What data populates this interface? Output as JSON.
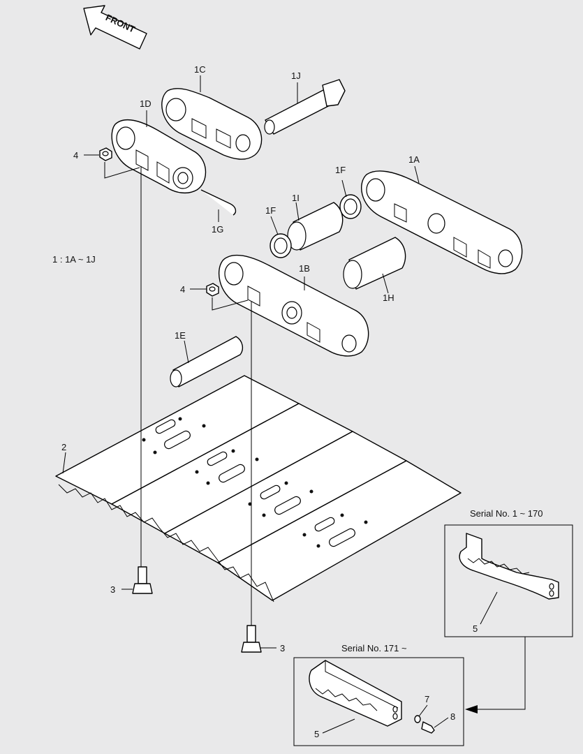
{
  "direction_label": "FRONT",
  "callouts": {
    "link_1c": "1C",
    "pin_1j": "1J",
    "link_1d": "1D",
    "nut_upper": "4",
    "pin_1g": "1G",
    "seal_1f_upper": "1F",
    "link_1a": "1A",
    "bushing_1i": "1I",
    "seal_1f_lower": "1F",
    "link_1b": "1B",
    "nut_lower": "4",
    "bushing_1h": "1H",
    "pin_1e": "1E",
    "shoe_plate": "2",
    "bolt_left": "3",
    "bolt_right": "3",
    "guard_old": "5",
    "guard_new": "5",
    "washer": "7",
    "bolt_small": "8"
  },
  "assembly_note": "1 : 1A ~ 1J",
  "inset_old": {
    "title": "Serial No. 1 ~ 170"
  },
  "inset_new": {
    "title": "Serial No. 171 ~"
  },
  "colors": {
    "background": "#e9e9ea",
    "line": "#000000",
    "part_fill": "#ffffff"
  }
}
